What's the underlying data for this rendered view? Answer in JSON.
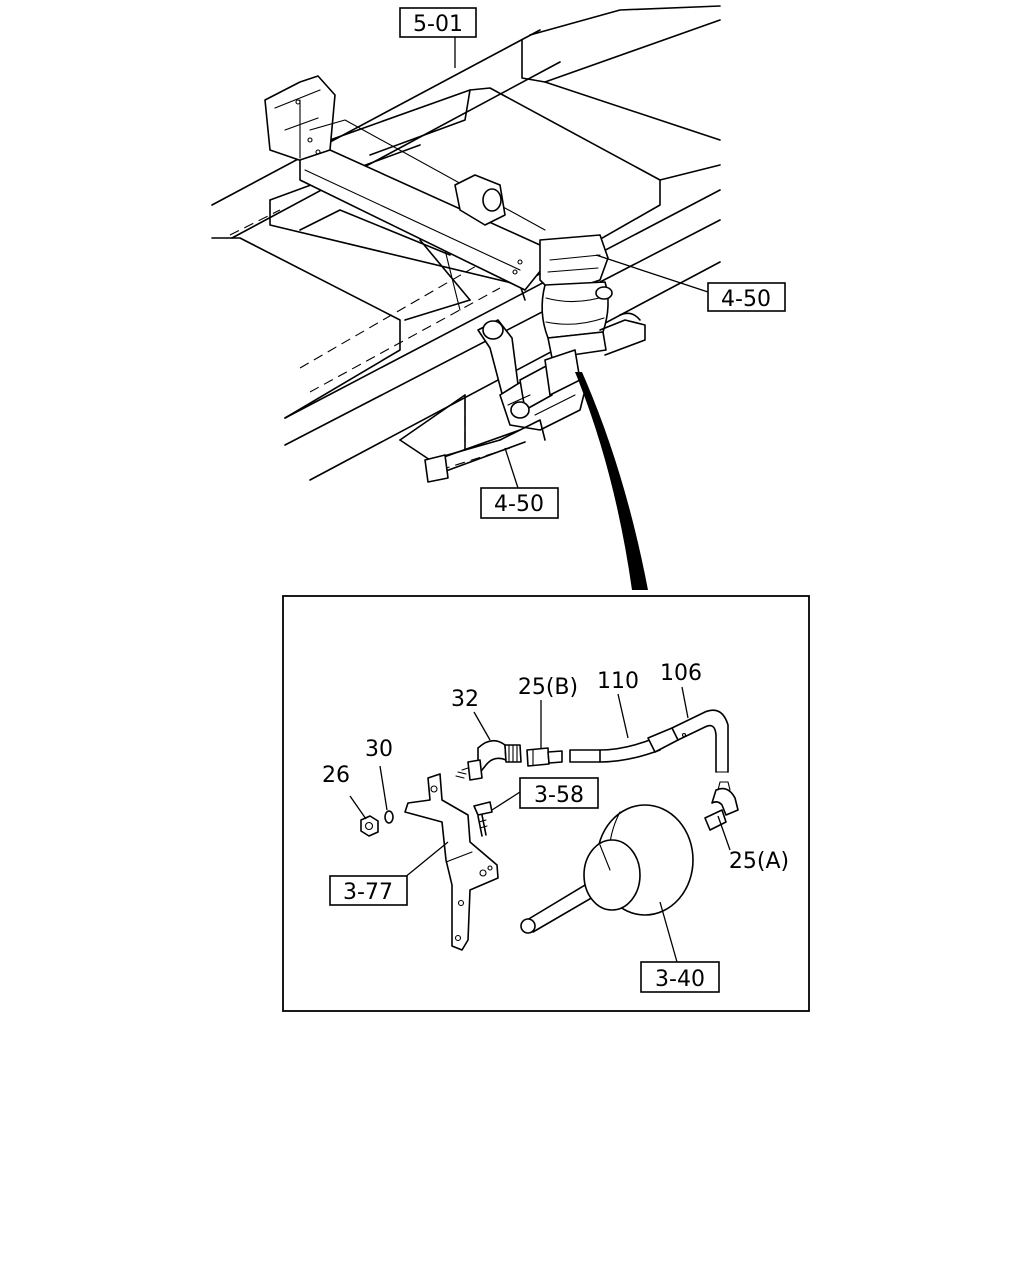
{
  "diagram": {
    "callouts": {
      "ref_5_01": "5-01",
      "ref_4_50_a": "4-50",
      "ref_4_50_b": "4-50",
      "ref_3_58": "3-58",
      "ref_3_77": "3-77",
      "ref_3_40": "3-40"
    },
    "parts": {
      "p26": "26",
      "p30": "30",
      "p32": "32",
      "p25b": "25(B)",
      "p110": "110",
      "p106": "106",
      "p25a": "25(A)"
    }
  }
}
